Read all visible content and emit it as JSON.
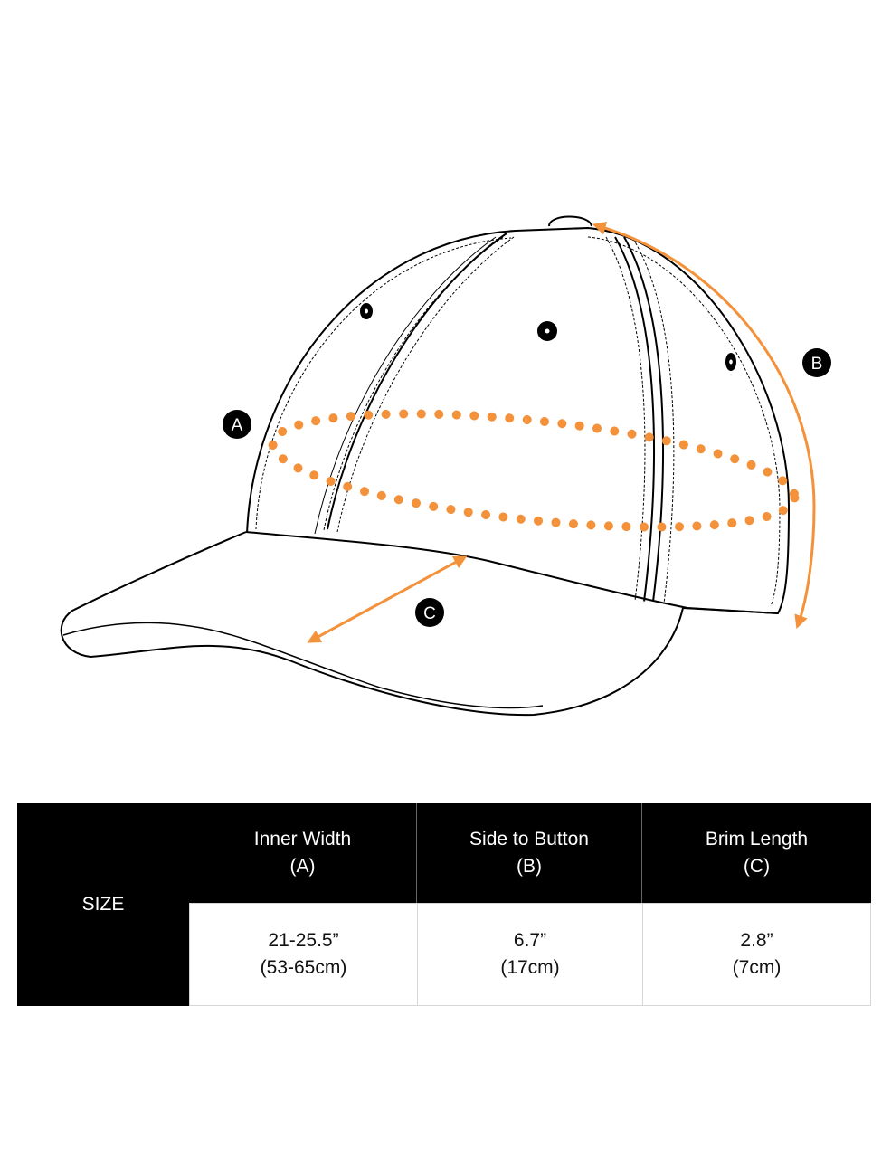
{
  "diagram": {
    "labels": {
      "a": "A",
      "b": "B",
      "c": "C"
    },
    "accent_color": "#f3923a",
    "line_color": "#000000"
  },
  "table": {
    "row_header": "SIZE",
    "columns": [
      {
        "name": "Inner Width",
        "code": "(A)",
        "inches": "21-25.5”",
        "cm": "(53-65cm)"
      },
      {
        "name": "Side to Button",
        "code": "(B)",
        "inches": "6.7”",
        "cm": "(17cm)"
      },
      {
        "name": "Brim Length",
        "code": "(C)",
        "inches": "2.8”",
        "cm": "(7cm)"
      }
    ]
  }
}
